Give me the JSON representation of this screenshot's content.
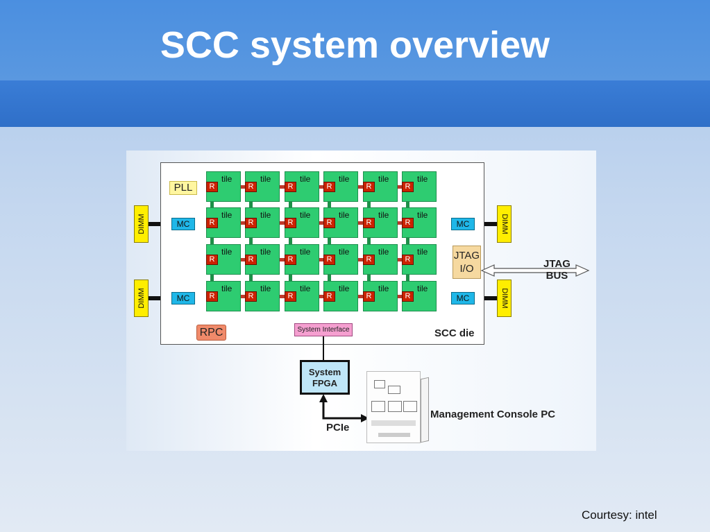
{
  "slide": {
    "title": "SCC system overview",
    "footer": "Courtesy: intel"
  },
  "diagram": {
    "tile_label": "tile",
    "router_label": "R",
    "pll_label": "PLL",
    "rpc_label": "RPC",
    "mc_label": "MC",
    "dimm_label": "DIMM",
    "jtag_io_label": "JTAG\nI/O",
    "jtag_bus_label": "JTAG\nBUS",
    "system_interface_label": "System Interface",
    "system_fpga_label": "System\nFPGA",
    "scc_die_label": "SCC die",
    "pcie_label": "PCIe",
    "management_console_label": "Management Console PC",
    "colors": {
      "tile": "#2ecc71",
      "router": "#cc2200",
      "mc": "#1fb7e8",
      "dimm": "#ffee00",
      "pll": "#fff6a0",
      "rpc": "#f08a6a",
      "jtag_io": "#f6d9a0",
      "system_interface": "#f59fd0",
      "system_fpga": "#bfe6f8"
    }
  }
}
